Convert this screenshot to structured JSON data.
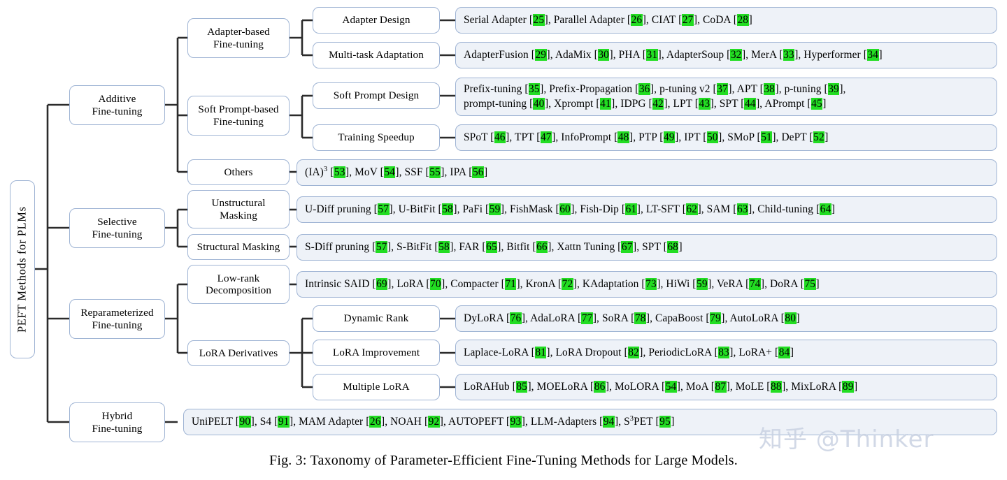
{
  "figure": {
    "caption": "Fig. 3: Taxonomy of Parameter-Efficient Fine-Tuning Methods for Large Models.",
    "watermark": "知乎 @Thinker",
    "colors": {
      "box_border": "#9fb4d4",
      "leaf_fill": "#eef2f8",
      "node_fill": "#ffffff",
      "citation_highlight": "#22dd22",
      "connector": "#2b2b2b",
      "watermark": "#c9d2e2"
    }
  },
  "root": {
    "label": "PEFT Methods for PLMs"
  },
  "level1": [
    {
      "id": "additive",
      "label": "Additive\nFine-tuning"
    },
    {
      "id": "selective",
      "label": "Selective\nFine-tuning"
    },
    {
      "id": "reparameterized",
      "label": "Reparameterized\nFine-tuning"
    },
    {
      "id": "hybrid",
      "label": "Hybrid\nFine-tuning"
    }
  ],
  "level2": [
    {
      "id": "adapter-based",
      "label": "Adapter-based\nFine-tuning"
    },
    {
      "id": "soft-prompt-based",
      "label": "Soft Prompt-based\nFine-tuning"
    },
    {
      "id": "others",
      "label": "Others"
    },
    {
      "id": "unstructural",
      "label": "Unstructural\nMasking"
    },
    {
      "id": "structural",
      "label": "Structural Masking"
    },
    {
      "id": "low-rank",
      "label": "Low-rank\nDecomposition"
    },
    {
      "id": "lora-derivatives",
      "label": "LoRA Derivatives"
    }
  ],
  "level3": [
    {
      "id": "adapter-design",
      "label": "Adapter Design"
    },
    {
      "id": "multi-task",
      "label": "Multi-task Adaptation"
    },
    {
      "id": "soft-prompt-design",
      "label": "Soft Prompt Design"
    },
    {
      "id": "training-speedup",
      "label": "Training Speedup"
    },
    {
      "id": "dynamic-rank",
      "label": "Dynamic Rank"
    },
    {
      "id": "lora-improvement",
      "label": "LoRA Improvement"
    },
    {
      "id": "multiple-lora",
      "label": "Multiple LoRA"
    }
  ],
  "leaves": {
    "adapter_design": {
      "lines": [
        [
          {
            "t": "Serial Adapter "
          },
          {
            "c": "25"
          },
          {
            "t": ", Parallel Adapter "
          },
          {
            "c": "26"
          },
          {
            "t": ", CIAT "
          },
          {
            "c": "27"
          },
          {
            "t": ", CoDA "
          },
          {
            "c": "28"
          }
        ]
      ]
    },
    "multi_task_adaptation": {
      "lines": [
        [
          {
            "t": "AdapterFusion "
          },
          {
            "c": "29"
          },
          {
            "t": ", AdaMix "
          },
          {
            "c": "30"
          },
          {
            "t": ", PHA "
          },
          {
            "c": "31"
          },
          {
            "t": ", AdapterSoup "
          },
          {
            "c": "32"
          },
          {
            "t": ", MerA "
          },
          {
            "c": "33"
          },
          {
            "t": ", Hyperformer "
          },
          {
            "c": "34"
          }
        ]
      ]
    },
    "soft_prompt_design": {
      "lines": [
        [
          {
            "t": "Prefix-tuning "
          },
          {
            "c": "35"
          },
          {
            "t": ", Prefix-Propagation "
          },
          {
            "c": "36"
          },
          {
            "t": ", p-tuning v2 "
          },
          {
            "c": "37"
          },
          {
            "t": ", APT "
          },
          {
            "c": "38"
          },
          {
            "t": ", p-tuning "
          },
          {
            "c": "39"
          },
          {
            "t": ","
          }
        ],
        [
          {
            "t": "prompt-tuning "
          },
          {
            "c": "40"
          },
          {
            "t": ", Xprompt "
          },
          {
            "c": "41"
          },
          {
            "t": ", IDPG "
          },
          {
            "c": "42"
          },
          {
            "t": ", LPT "
          },
          {
            "c": "43"
          },
          {
            "t": ", SPT "
          },
          {
            "c": "44"
          },
          {
            "t": ", APrompt "
          },
          {
            "c": "45"
          }
        ]
      ]
    },
    "training_speedup": {
      "lines": [
        [
          {
            "t": "SPoT "
          },
          {
            "c": "46"
          },
          {
            "t": ", TPT "
          },
          {
            "c": "47"
          },
          {
            "t": ", InfoPrompt "
          },
          {
            "c": "48"
          },
          {
            "t": ", PTP "
          },
          {
            "c": "49"
          },
          {
            "t": ", IPT "
          },
          {
            "c": "50"
          },
          {
            "t": ", SMoP "
          },
          {
            "c": "51"
          },
          {
            "t": ", DePT "
          },
          {
            "c": "52"
          }
        ]
      ]
    },
    "others": {
      "lines": [
        [
          {
            "t": "(IA)",
            "sup": "3"
          },
          {
            "t": " "
          },
          {
            "c": "53"
          },
          {
            "t": ", MoV "
          },
          {
            "c": "54"
          },
          {
            "t": ", SSF "
          },
          {
            "c": "55"
          },
          {
            "t": ", IPA "
          },
          {
            "c": "56"
          }
        ]
      ]
    },
    "unstructural_masking": {
      "lines": [
        [
          {
            "t": "U-Diff pruning "
          },
          {
            "c": "57"
          },
          {
            "t": ", U-BitFit "
          },
          {
            "c": "58"
          },
          {
            "t": ", PaFi "
          },
          {
            "c": "59"
          },
          {
            "t": ", FishMask "
          },
          {
            "c": "60"
          },
          {
            "t": ", Fish-Dip "
          },
          {
            "c": "61"
          },
          {
            "t": ", LT-SFT "
          },
          {
            "c": "62"
          },
          {
            "t": ", SAM "
          },
          {
            "c": "63"
          },
          {
            "t": ", Child-tuning "
          },
          {
            "c": "64"
          }
        ]
      ]
    },
    "structural_masking": {
      "lines": [
        [
          {
            "t": "S-Diff pruning "
          },
          {
            "c": "57"
          },
          {
            "t": ", S-BitFit "
          },
          {
            "c": "58"
          },
          {
            "t": ", FAR "
          },
          {
            "c": "65"
          },
          {
            "t": ", Bitfit "
          },
          {
            "c": "66"
          },
          {
            "t": ", Xattn Tuning "
          },
          {
            "c": "67"
          },
          {
            "t": ", SPT "
          },
          {
            "c": "68"
          }
        ]
      ]
    },
    "low_rank_decomposition": {
      "lines": [
        [
          {
            "t": "Intrinsic SAID "
          },
          {
            "c": "69"
          },
          {
            "t": ", LoRA "
          },
          {
            "c": "70"
          },
          {
            "t": ", Compacter "
          },
          {
            "c": "71"
          },
          {
            "t": ", KronA "
          },
          {
            "c": "72"
          },
          {
            "t": ", KAdaptation "
          },
          {
            "c": "73"
          },
          {
            "t": ", HiWi "
          },
          {
            "c": "59"
          },
          {
            "t": ", VeRA "
          },
          {
            "c": "74"
          },
          {
            "t": ", DoRA "
          },
          {
            "c": "75"
          }
        ]
      ]
    },
    "dynamic_rank": {
      "lines": [
        [
          {
            "t": "DyLoRA "
          },
          {
            "c": "76"
          },
          {
            "t": ", AdaLoRA "
          },
          {
            "c": "77"
          },
          {
            "t": ", SoRA "
          },
          {
            "c": "78"
          },
          {
            "t": ", CapaBoost "
          },
          {
            "c": "79"
          },
          {
            "t": ", AutoLoRA "
          },
          {
            "c": "80"
          }
        ]
      ]
    },
    "lora_improvement": {
      "lines": [
        [
          {
            "t": "Laplace-LoRA "
          },
          {
            "c": "81"
          },
          {
            "t": ", LoRA Dropout "
          },
          {
            "c": "82"
          },
          {
            "t": ", PeriodicLoRA "
          },
          {
            "c": "83"
          },
          {
            "t": ", LoRA+ "
          },
          {
            "c": "84"
          }
        ]
      ]
    },
    "multiple_lora": {
      "lines": [
        [
          {
            "t": "LoRAHub "
          },
          {
            "c": "85"
          },
          {
            "t": ", MOELoRA "
          },
          {
            "c": "86"
          },
          {
            "t": ", MoLORA "
          },
          {
            "c": "54"
          },
          {
            "t": ", MoA "
          },
          {
            "c": "87"
          },
          {
            "t": ", MoLE "
          },
          {
            "c": "88"
          },
          {
            "t": ", MixLoRA "
          },
          {
            "c": "89"
          }
        ]
      ]
    },
    "hybrid": {
      "lines": [
        [
          {
            "t": "UniPELT "
          },
          {
            "c": "90"
          },
          {
            "t": ", S4 "
          },
          {
            "c": "91"
          },
          {
            "t": ", MAM Adapter "
          },
          {
            "c": "26"
          },
          {
            "t": ", NOAH "
          },
          {
            "c": "92"
          },
          {
            "t": ", AUTOPEFT "
          },
          {
            "c": "93"
          },
          {
            "t": ", LLM-Adapters "
          },
          {
            "c": "94"
          },
          {
            "t": ", S",
            "sup": "3"
          },
          {
            "t": "PET "
          },
          {
            "c": "95"
          }
        ]
      ]
    }
  }
}
